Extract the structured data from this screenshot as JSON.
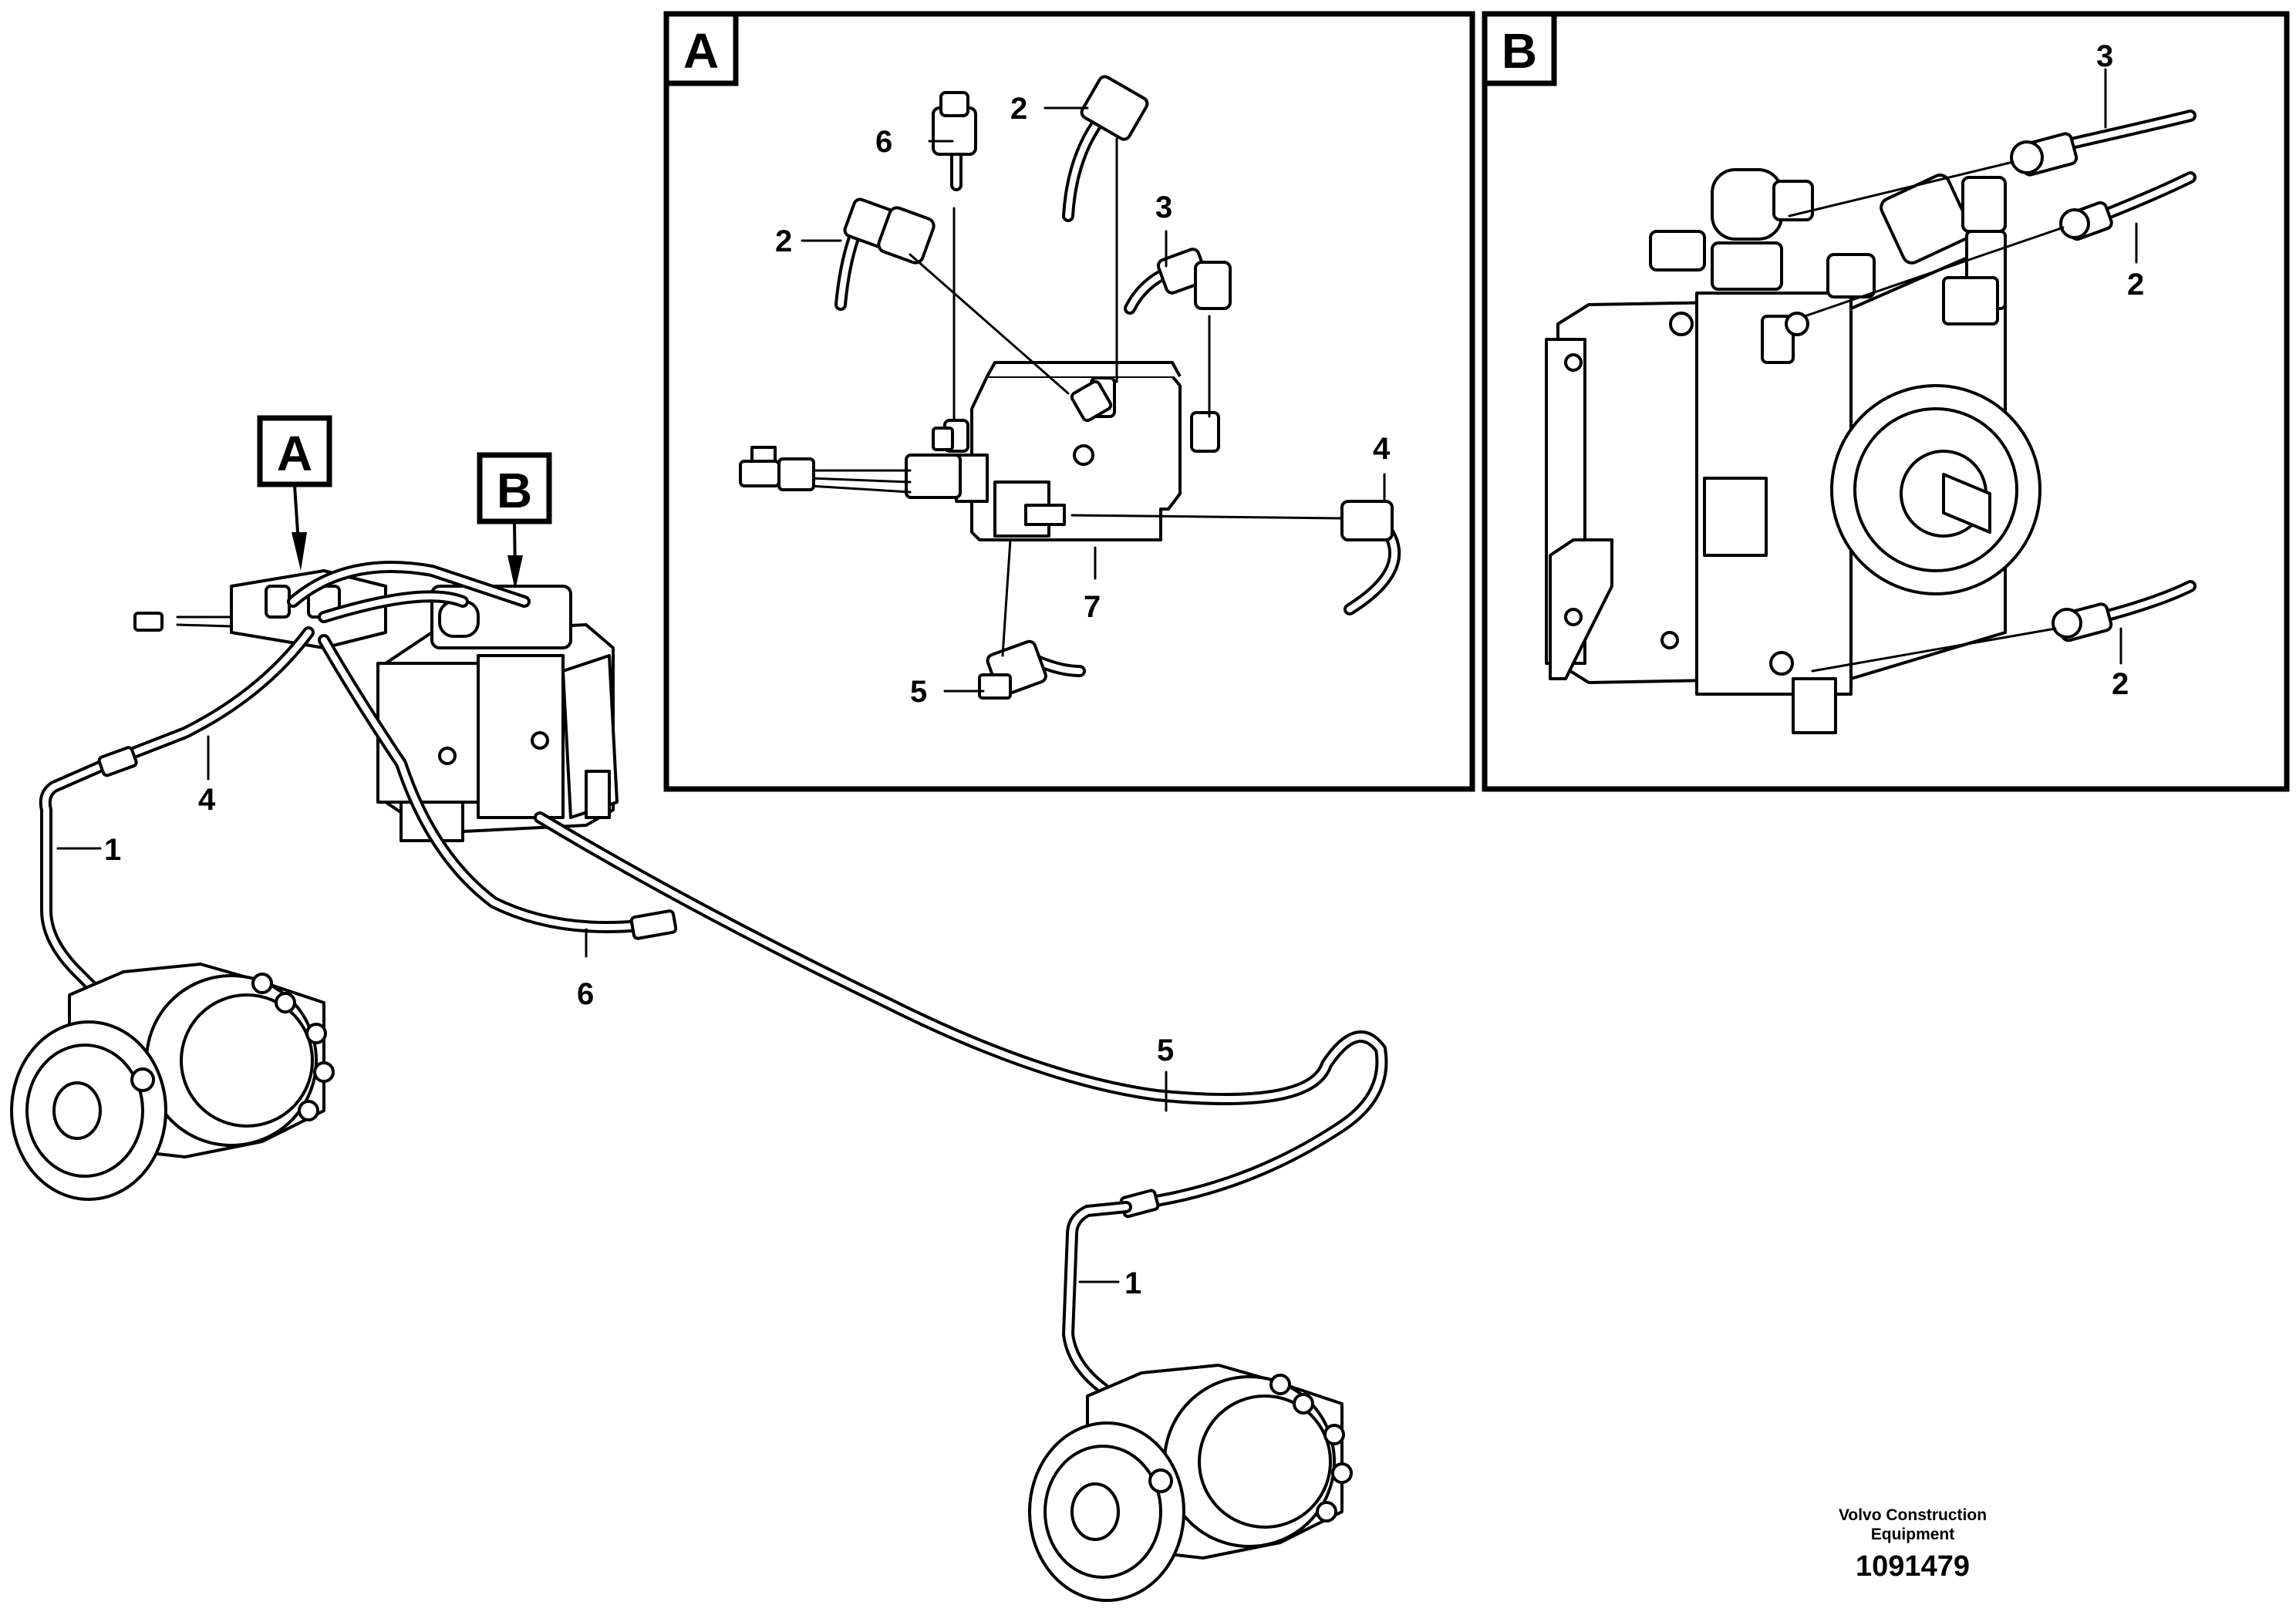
{
  "views": {
    "main": {
      "callout_a": "A",
      "callout_b": "B"
    },
    "detail_a": {
      "letter": "A"
    },
    "detail_b": {
      "letter": "B"
    }
  },
  "labels": {
    "main": [
      "4",
      "1",
      "6",
      "5",
      "1"
    ],
    "detail_a": [
      "6",
      "2",
      "2",
      "3",
      "4",
      "7",
      "5"
    ],
    "detail_b": [
      "3",
      "2",
      "2"
    ]
  },
  "footer": {
    "company": "Volvo Construction Equipment",
    "drawing_number": "1091479"
  }
}
